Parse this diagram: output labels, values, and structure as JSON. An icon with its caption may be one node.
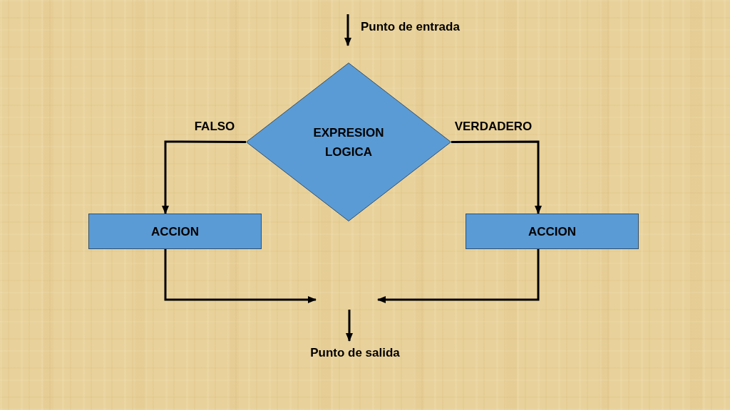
{
  "diagram": {
    "nodes": [
      {
        "text": [
          "EXPRESION LOGICA"
        ]
      },
      {
        "text": [
          "ACCION"
        ]
      },
      {
        "text": [
          "ACCION"
        ]
      },
      {
        "text": [
          "Punto de salida"
        ]
      }
    ],
    "edges": [
      {
        "from": null,
        "to": 0,
        "arrow": "to"
      },
      {
        "from": 0,
        "to": 1,
        "arrow": "to",
        "label": "FALSO"
      },
      {
        "from": 0,
        "to": 2,
        "arrow": "to",
        "label": "VERDADERO"
      },
      {
        "from": 1,
        "to": null,
        "arrow": "to"
      },
      {
        "from": 2,
        "to": null,
        "arrow": "to"
      },
      {
        "from": null,
        "to": 3,
        "arrow": "to"
      }
    ],
    "labels": [
      "Punto de entrada"
    ]
  }
}
